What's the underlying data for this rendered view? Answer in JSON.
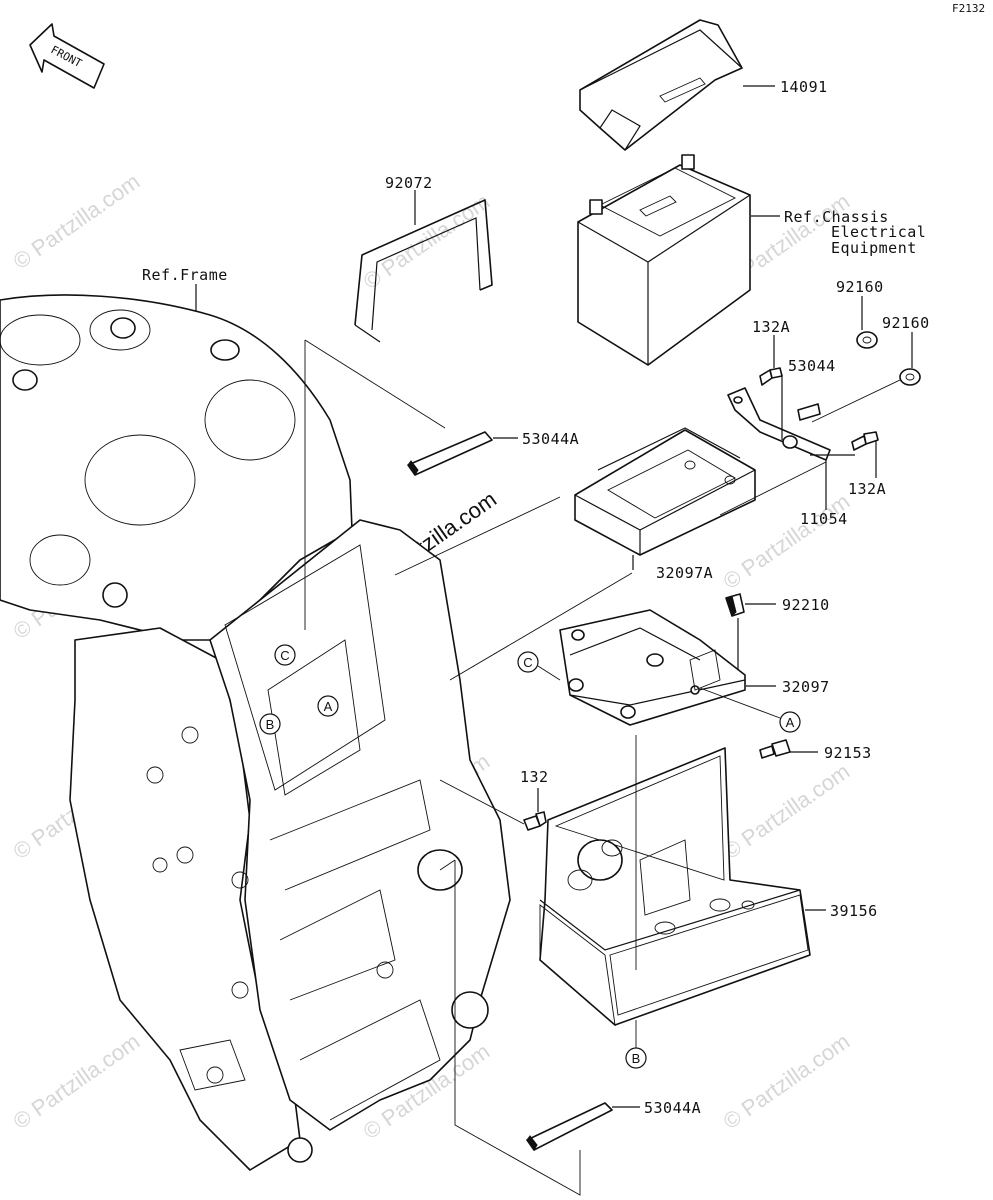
{
  "diagram": {
    "code": "F2132",
    "front_label": "FRONT",
    "watermark": "© Partzilla.com",
    "center_watermark": "Partzilla.com",
    "callouts": {
      "p14091": "14091",
      "ref_chassis_1": "Ref.Chassis",
      "ref_chassis_2": "Electrical",
      "ref_chassis_3": "Equipment",
      "p92072": "92072",
      "ref_frame": "Ref.Frame",
      "p92160_a": "92160",
      "p92160_b": "92160",
      "p132A_a": "132A",
      "p53044": "53044",
      "p53044A_top": "53044A",
      "p132A_b": "132A",
      "p11054": "11054",
      "p32097A": "32097A",
      "p92210": "92210",
      "p32097": "32097",
      "p92153": "92153",
      "p132": "132",
      "p39156": "39156",
      "p53044A_bottom": "53044A"
    },
    "ref_markers": {
      "A": "A",
      "B": "B",
      "C": "C"
    }
  }
}
